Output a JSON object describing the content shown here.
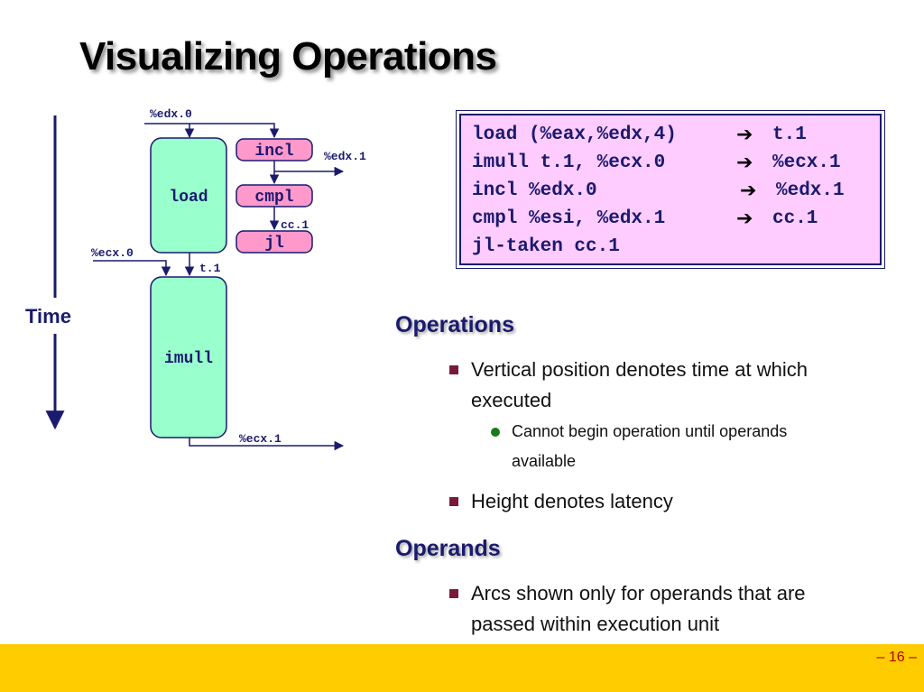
{
  "slide": {
    "title": "Visualizing Operations",
    "page_number": "– 16 –"
  },
  "diagram": {
    "time_label": "Time",
    "nodes": {
      "load": "load",
      "imull": "imull",
      "incl": "incl",
      "cmpl": "cmpl",
      "jl": "jl"
    },
    "labels": {
      "edx0": "%edx.0",
      "edx1": "%edx.1",
      "cc1": "cc.1",
      "ecx0": "%ecx.0",
      "t1": "t.1",
      "ecx1": "%ecx.1"
    },
    "colors": {
      "exec_node": "#99ffcc",
      "branch_node": "#ff99cc",
      "ink": "#1a1a6e"
    }
  },
  "code": {
    "arrow_icon": "bold-right-arrow",
    "lines": [
      {
        "instr": "load (%eax,%edx,4)",
        "dest": "t.1"
      },
      {
        "instr": "imull t.1, %ecx.0",
        "dest": "%ecx.1"
      },
      {
        "instr": "incl %edx.0",
        "dest": "%edx.1"
      },
      {
        "instr": "cmpl %esi, %edx.1",
        "dest": "cc.1"
      },
      {
        "instr": "jl-taken cc.1",
        "dest": ""
      }
    ]
  },
  "content": {
    "operations_heading": "Operations",
    "operations_bullets": [
      "Vertical position denotes time at which executed",
      "Height denotes latency"
    ],
    "operations_sub": "Cannot begin operation until operands available",
    "operands_heading": "Operands",
    "operands_bullets": [
      "Arcs shown only for operands that are passed within execution unit"
    ]
  }
}
